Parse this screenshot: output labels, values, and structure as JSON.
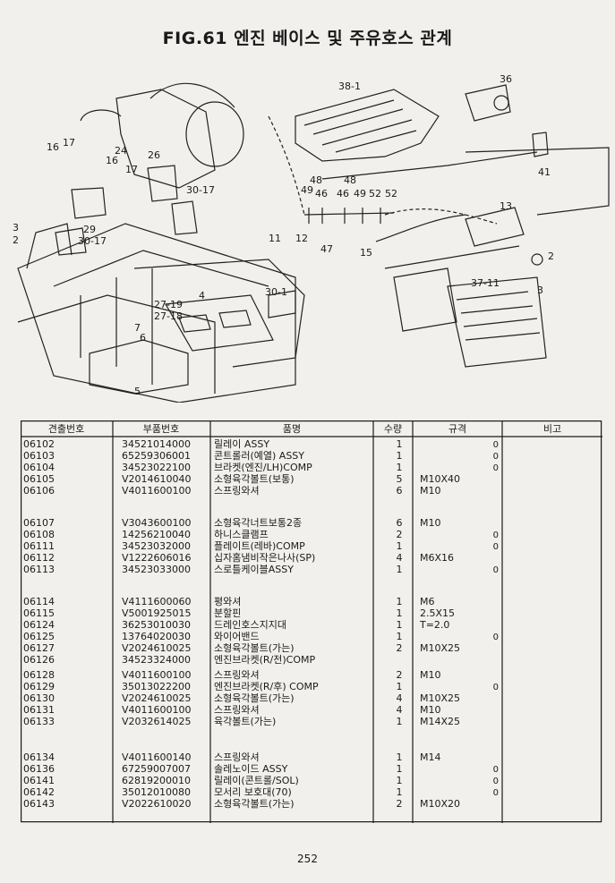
{
  "title": "FIG.61 엔진 베이스 및 주유호스 관계",
  "left_margin_mark": "3\n2",
  "diagram": {
    "callouts": [
      "38-1",
      "36",
      "16",
      "17",
      "24",
      "16",
      "17",
      "26",
      "41",
      "30-17",
      "48",
      "48",
      "49",
      "46",
      "46",
      "49",
      "52",
      "52",
      "13",
      "29",
      "30-17",
      "11",
      "12",
      "47",
      "15",
      "2",
      "37-11",
      "3",
      "30-1",
      "27-19",
      "27-18",
      "4",
      "7",
      "6",
      "5"
    ]
  },
  "table": {
    "headers": {
      "code": "견출번호",
      "part_no": "부품번호",
      "name": "품명",
      "qty": "수량",
      "spec": "규격",
      "remarks": "비고"
    },
    "rows": [
      {
        "code": "06102",
        "part_no": "34521014000",
        "name": "릴레이 ASSY",
        "qty": "1",
        "spec": "",
        "mark": "0"
      },
      {
        "code": "06103",
        "part_no": "65259306001",
        "name": "콘트롤러(예열) ASSY",
        "qty": "1",
        "spec": "",
        "mark": "0"
      },
      {
        "code": "06104",
        "part_no": "34523022100",
        "name": "브라켓(엔진/LH)COMP",
        "qty": "1",
        "spec": "",
        "mark": "0"
      },
      {
        "code": "06105",
        "part_no": "V2014610040",
        "name": "소형육각볼트(보통)",
        "qty": "5",
        "spec": "M10X40",
        "mark": ""
      },
      {
        "code": "06106",
        "part_no": "V4011600100",
        "name": "스프링와셔",
        "qty": "6",
        "spec": "M10",
        "mark": ""
      },
      {
        "code": "06107",
        "part_no": "V3043600100",
        "name": "소형육각너트보통2종",
        "qty": "6",
        "spec": "M10",
        "mark": ""
      },
      {
        "code": "06108",
        "part_no": "14256210040",
        "name": "하니스클램프",
        "qty": "2",
        "spec": "",
        "mark": "0"
      },
      {
        "code": "06111",
        "part_no": "34523032000",
        "name": "플레이트(레바)COMP",
        "qty": "1",
        "spec": "",
        "mark": "0"
      },
      {
        "code": "06112",
        "part_no": "V1222606016",
        "name": "십자홈냄비작은나사(SP)",
        "qty": "4",
        "spec": "M6X16",
        "mark": ""
      },
      {
        "code": "06113",
        "part_no": "34523033000",
        "name": "스로틀케이블ASSY",
        "qty": "1",
        "spec": "",
        "mark": "0"
      },
      {
        "code": "06114",
        "part_no": "V4111600060",
        "name": "평와셔",
        "qty": "1",
        "spec": "M6",
        "mark": ""
      },
      {
        "code": "06115",
        "part_no": "V5001925015",
        "name": "분할핀",
        "qty": "1",
        "spec": "2.5X15",
        "mark": ""
      },
      {
        "code": "06124",
        "part_no": "36253010030",
        "name": "드레인호스지지대",
        "qty": "1",
        "spec": "T=2.0",
        "mark": ""
      },
      {
        "code": "06125",
        "part_no": "13764020030",
        "name": "와이어밴드",
        "qty": "1",
        "spec": "",
        "mark": "0"
      },
      {
        "code": "06127",
        "part_no": "V2024610025",
        "name": "소형육각볼트(가는)",
        "qty": "2",
        "spec": "M10X25",
        "mark": ""
      },
      {
        "code": "06126",
        "part_no": "34523324000",
        "name": "엔진브라켓(R/전)COMP",
        "qty": "",
        "spec": "",
        "mark": ""
      },
      {
        "code": "06128",
        "part_no": "V4011600100",
        "name": "스프링와셔",
        "qty": "2",
        "spec": "M10",
        "mark": ""
      },
      {
        "code": "06129",
        "part_no": "35013022200",
        "name": "엔진브라켓(R/후) COMP",
        "qty": "1",
        "spec": "",
        "mark": "0"
      },
      {
        "code": "06130",
        "part_no": "V2024610025",
        "name": "소형육각볼트(가는)",
        "qty": "4",
        "spec": "M10X25",
        "mark": ""
      },
      {
        "code": "06131",
        "part_no": "V4011600100",
        "name": "스프링와셔",
        "qty": "4",
        "spec": "M10",
        "mark": ""
      },
      {
        "code": "06133",
        "part_no": "V2032614025",
        "name": "육각볼트(가는)",
        "qty": "1",
        "spec": "M14X25",
        "mark": ""
      },
      {
        "code": "06134",
        "part_no": "V4011600140",
        "name": "스프링와셔",
        "qty": "1",
        "spec": "M14",
        "mark": ""
      },
      {
        "code": "06136",
        "part_no": "67259007007",
        "name": "솔레노이드 ASSY",
        "qty": "1",
        "spec": "",
        "mark": "0"
      },
      {
        "code": "06141",
        "part_no": "62819200010",
        "name": "릴레이(콘트롤/SOL)",
        "qty": "1",
        "spec": "",
        "mark": "0"
      },
      {
        "code": "06142",
        "part_no": "35012010080",
        "name": "모서리 보호대(70)",
        "qty": "1",
        "spec": "",
        "mark": "0"
      },
      {
        "code": "06143",
        "part_no": "V2022610020",
        "name": "소형육각볼트(가는)",
        "qty": "2",
        "spec": "M10X20",
        "mark": ""
      }
    ]
  },
  "page_number": "252"
}
